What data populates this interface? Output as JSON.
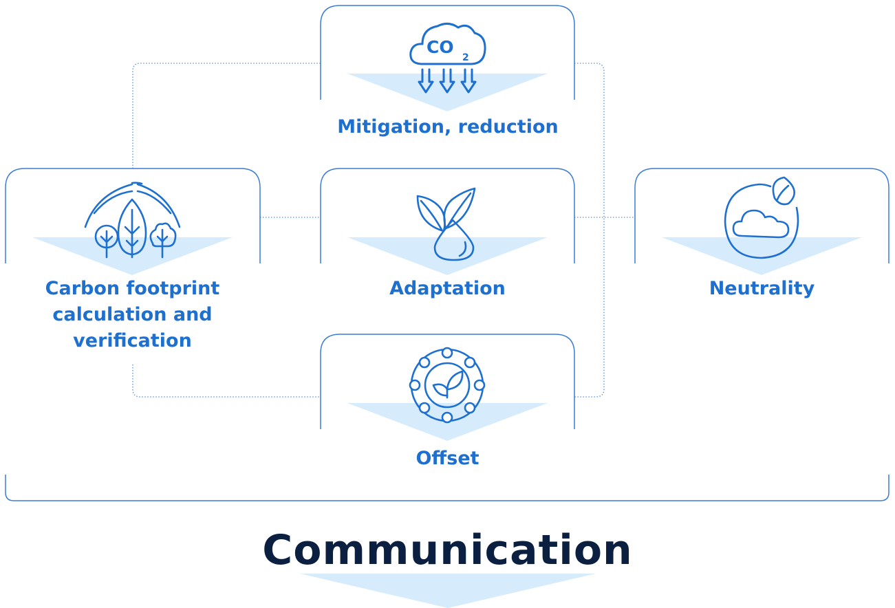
{
  "colors": {
    "accent": "#1d6fd0",
    "title": "#0b1f40",
    "shade": "#d6ebfb",
    "line": "#5a8fd4"
  },
  "nodes": {
    "mitigation": {
      "label": "Mitigation, reduction",
      "icon": "co2-cloud-down-arrows-icon",
      "icon_text_main": "CO",
      "icon_text_sub": "2"
    },
    "carbon": {
      "label": "Carbon footprint\ncalculation and\nverification",
      "icon": "trees-icon"
    },
    "adaptation": {
      "label": "Adaptation",
      "icon": "leaves-water-drop-icon"
    },
    "neutrality": {
      "label": "Neutrality",
      "icon": "cloud-leaf-globe-icon"
    },
    "offset": {
      "label": "Offset",
      "icon": "gear-leaf-icon"
    }
  },
  "footer": {
    "title": "Communication"
  }
}
